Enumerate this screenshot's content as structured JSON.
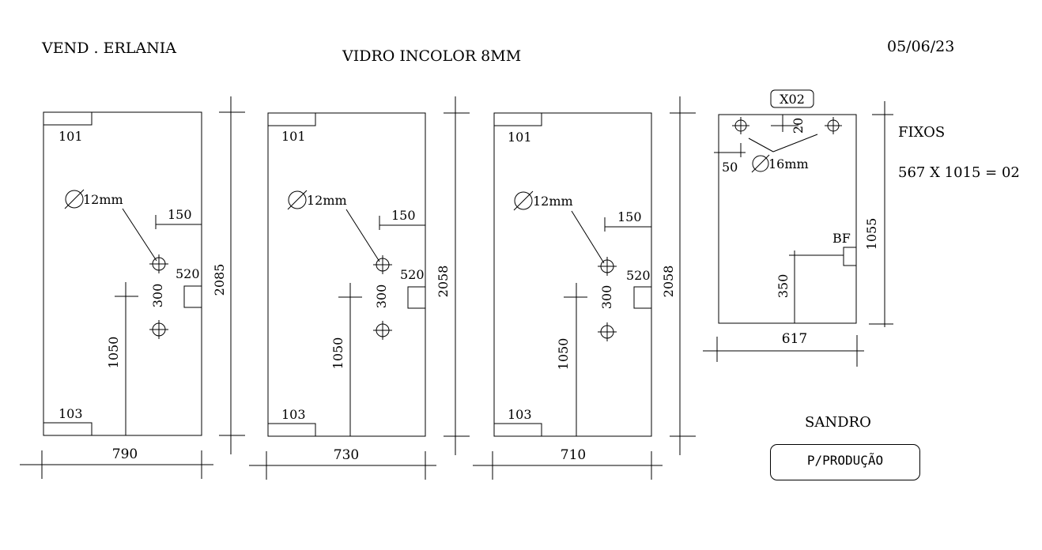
{
  "header": {
    "vendor": "VEND . ERLANIA",
    "material": "VIDRO INCOLOR 8MM",
    "date": "05/06/23"
  },
  "panels": [
    {
      "label_top": "101",
      "label_bottom": "103",
      "hole_label": "12mm",
      "dim_150": "150",
      "dim_300": "300",
      "dim_520": "520",
      "dim_1050": "1050",
      "height": "2085",
      "width": "790"
    },
    {
      "label_top": "101",
      "label_bottom": "103",
      "hole_label": "12mm",
      "dim_150": "150",
      "dim_300": "300",
      "dim_520": "520",
      "dim_1050": "1050",
      "height": "2058",
      "width": "730"
    },
    {
      "label_top": "101",
      "label_bottom": "103",
      "hole_label": "12mm",
      "dim_150": "150",
      "dim_300": "300",
      "dim_520": "520",
      "dim_1050": "1050",
      "height": "2058",
      "width": "710"
    }
  ],
  "fixed_panel": {
    "tag": "X02",
    "dim_20": "20",
    "dim_50": "50",
    "hole_label": "16mm",
    "bf_label": "BF",
    "dim_350": "350",
    "height": "1055",
    "width": "617"
  },
  "notes": {
    "fixos_title": "FIXOS",
    "fixos_spec": "567 X 1015 = 02",
    "signature": "SANDRO",
    "stamp": "P/PRODUÇÃO"
  }
}
